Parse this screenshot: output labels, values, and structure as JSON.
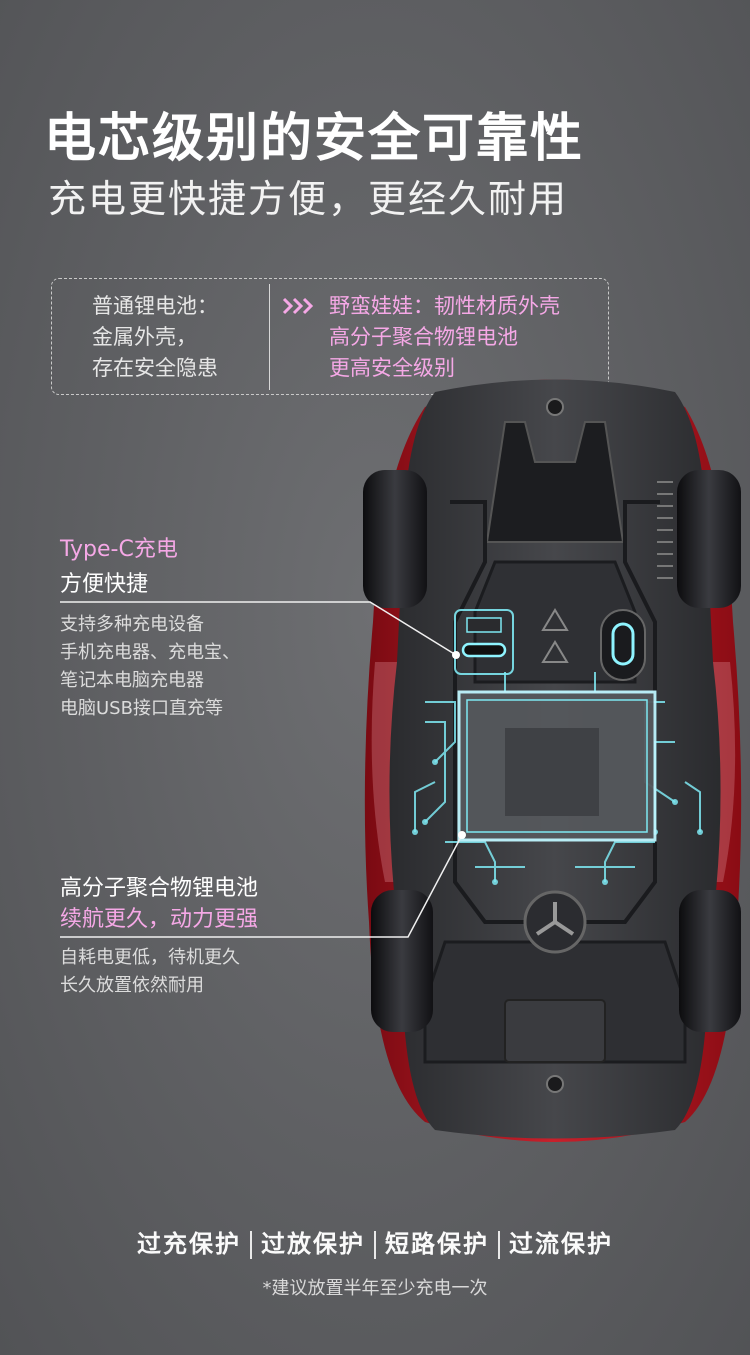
{
  "header": {
    "title": "电芯级别的安全可靠性",
    "subtitle": "充电更快捷方便，更经久耐用"
  },
  "compare": {
    "normal_lines": [
      "普通锂电池：",
      "金属外壳，",
      "存在安全隐患"
    ],
    "doll_lines": [
      "野蛮娃娃：韧性材质外壳",
      "高分子聚合物锂电池",
      "更高安全级别"
    ]
  },
  "typec": {
    "title": "Type-C充电",
    "subtitle": "方便快捷",
    "desc": [
      "支持多种充电设备",
      "手机充电器、充电宝、",
      "笔记本电脑充电器",
      "电脑USB接口直充等"
    ]
  },
  "battery": {
    "title": "高分子聚合物锂电池",
    "subtitle": "续航更久，动力更强",
    "desc": [
      "自耗电更低，待机更久",
      "长久放置依然耐用"
    ]
  },
  "protections": [
    "过充保护",
    "过放保护",
    "短路保护",
    "过流保护"
  ],
  "footnote": "*建议放置半年至少充电一次",
  "colors": {
    "accent_pink": "#f5a8e6",
    "car_red": "#b8141e",
    "circuit_cyan": "#7ee8f2"
  }
}
